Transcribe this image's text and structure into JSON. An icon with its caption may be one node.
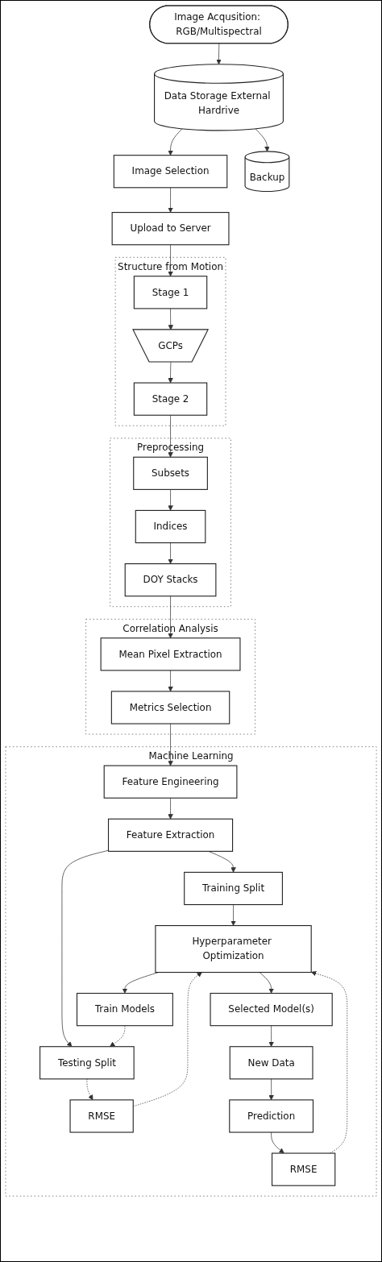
{
  "diagram": {
    "nodes": [
      {
        "text": [
          "Image Acqusition: RGB/Multispectral"
        ]
      },
      {
        "text": [
          "Data Storage External Hardrive"
        ]
      },
      {
        "text": [
          "Image Selection"
        ]
      },
      {
        "text": [
          "Backup"
        ]
      },
      {
        "text": [
          "Upload to Server"
        ]
      },
      {
        "text": [
          "Structure from Motion"
        ]
      },
      {
        "text": [
          "Stage 1"
        ],
        "in": 5
      },
      {
        "text": [
          "GCPs"
        ],
        "in": 5
      },
      {
        "text": [
          "Stage 2"
        ],
        "in": 5
      },
      {
        "text": [
          "Preprocessing"
        ]
      },
      {
        "text": [
          "DOY Stacks"
        ],
        "in": 9
      },
      {
        "text": [
          "Indices"
        ],
        "in": 9
      },
      {
        "text": [
          "Subsets"
        ],
        "in": 9
      },
      {
        "text": [
          "Correlation Analysis"
        ]
      },
      {
        "text": [
          "Mean Pixel Extraction"
        ],
        "in": 13
      },
      {
        "text": [
          "Metrics Selection"
        ],
        "in": 13
      },
      {
        "text": [
          "Machine Learning"
        ]
      },
      {
        "text": [
          "Feature Extraction"
        ],
        "in": 16
      },
      {
        "text": [
          "Feature Engineering"
        ],
        "in": 16
      },
      {
        "text": [
          "Training Split"
        ],
        "in": 16
      },
      {
        "text": [
          "Testing Split"
        ],
        "in": 16
      },
      {
        "text": [
          "RMSE"
        ],
        "in": 16
      },
      {
        "text": [
          "Hyperparameter Optimization"
        ],
        "in": 16
      },
      {
        "text": [
          "Train Models"
        ],
        "in": 16
      },
      {
        "text": [
          "Selected Model(s)"
        ],
        "in": 16
      },
      {
        "text": [
          "RMSE"
        ],
        "in": 16
      },
      {
        "text": [
          "New Data"
        ],
        "in": 16
      },
      {
        "text": [
          "Prediction"
        ],
        "in": 16
      }
    ],
    "edges": [
      {
        "from": 0,
        "to": 1,
        "arrow": "to"
      },
      {
        "from": 1,
        "to": 2,
        "arrow": "to"
      },
      {
        "from": 1,
        "to": 3,
        "arrow": "to"
      },
      {
        "from": 2,
        "to": 4,
        "arrow": "to"
      },
      {
        "from": 4,
        "to": 6,
        "arrow": "to"
      },
      {
        "from": 6,
        "to": 7,
        "arrow": "to"
      },
      {
        "from": 7,
        "to": 8,
        "arrow": "to"
      },
      {
        "from": 8,
        "to": 12,
        "arrow": "to"
      },
      {
        "from": 12,
        "to": 11,
        "arrow": "to"
      },
      {
        "from": 11,
        "to": 10,
        "arrow": "to"
      },
      {
        "from": 10,
        "to": 14,
        "arrow": "to"
      },
      {
        "from": 14,
        "to": 15,
        "arrow": "to"
      },
      {
        "from": 15,
        "to": 18,
        "arrow": "to"
      },
      {
        "from": 18,
        "to": 17,
        "arrow": "to"
      },
      {
        "from": 17,
        "to": 19,
        "arrow": "to"
      },
      {
        "from": 17,
        "to": 20,
        "arrow": "to"
      },
      {
        "from": 20,
        "to": 21,
        "arrow": "to",
        "style": "dashed"
      },
      {
        "from": 19,
        "to": 22,
        "arrow": "to"
      },
      {
        "from": 21,
        "to": 22,
        "arrow": "to",
        "style": "dashed"
      },
      {
        "from": 22,
        "to": 23,
        "arrow": "to"
      },
      {
        "from": 23,
        "to": 20,
        "arrow": "to",
        "style": "dashed"
      },
      {
        "from": 22,
        "to": 24,
        "arrow": "to"
      },
      {
        "from": 24,
        "to": 26,
        "arrow": "to"
      },
      {
        "from": 26,
        "to": 27,
        "arrow": "to"
      },
      {
        "from": 27,
        "to": 25,
        "arrow": "to"
      },
      {
        "from": 25,
        "to": 22,
        "arrow": "to",
        "style": "dashed"
      }
    ]
  }
}
